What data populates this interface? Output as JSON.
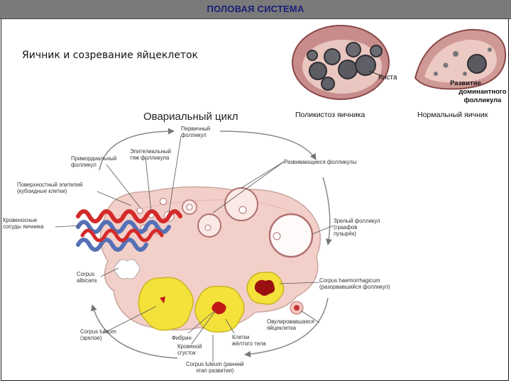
{
  "header": {
    "title": "ПОЛОВАЯ СИСТЕМА"
  },
  "subtitle": "Яичник и созревание яйцеклеток",
  "photos": {
    "cyst_label": "Киста",
    "dominant_label": [
      "Развитие",
      "доминантного",
      "фолликула"
    ],
    "polycystic_caption": "Поликистоз яичника",
    "normal_caption": "Нормальный яичник"
  },
  "diagram": {
    "title": "Овариальный цикл",
    "labels": {
      "primary_follicle": [
        "Первичный",
        "фолликул"
      ],
      "follicle_epithelium": [
        "Эпителиальный",
        "тяж фолликула"
      ],
      "primordial_follicle": [
        "Примордиальный",
        "фолликул"
      ],
      "developing_follicles": "Развивающиеся фолликулы",
      "surface_epithelium": [
        "Поверхностный эпителий",
        "(кубоидные клетки)"
      ],
      "blood_vessels": [
        "Кровеносные",
        "сосуды яичника"
      ],
      "mature_follicle": [
        "Зрелый фолликул",
        "(граафов",
        "пузырёк)"
      ],
      "corpus_albicans": [
        "Corpus",
        "albicans"
      ],
      "corpus_haemorrhagicum": [
        "Corpus haemorrhagicum",
        "(разорвавшийся фолликул)"
      ],
      "ovulated_oocyte": [
        "Овулировавшаяся",
        "яйцеклетка"
      ],
      "corpus_luteum_mature": [
        "Corpus luteum",
        "(зрелое)"
      ],
      "fibrin": "Фибрин",
      "blood_clot": [
        "Кровяной",
        "сгусток"
      ],
      "lutein_cells": [
        "Клетки",
        "жёлтого тела"
      ],
      "corpus_luteum_early": [
        "Corpus luteum (ранний",
        "этап развития)"
      ]
    }
  },
  "colors": {
    "stroma": "#f2cfc8",
    "artery": "#d42a2a",
    "vein": "#5570b5",
    "corpus_luteum": "#f4e23a",
    "hemorrhage": "#9a1010"
  }
}
